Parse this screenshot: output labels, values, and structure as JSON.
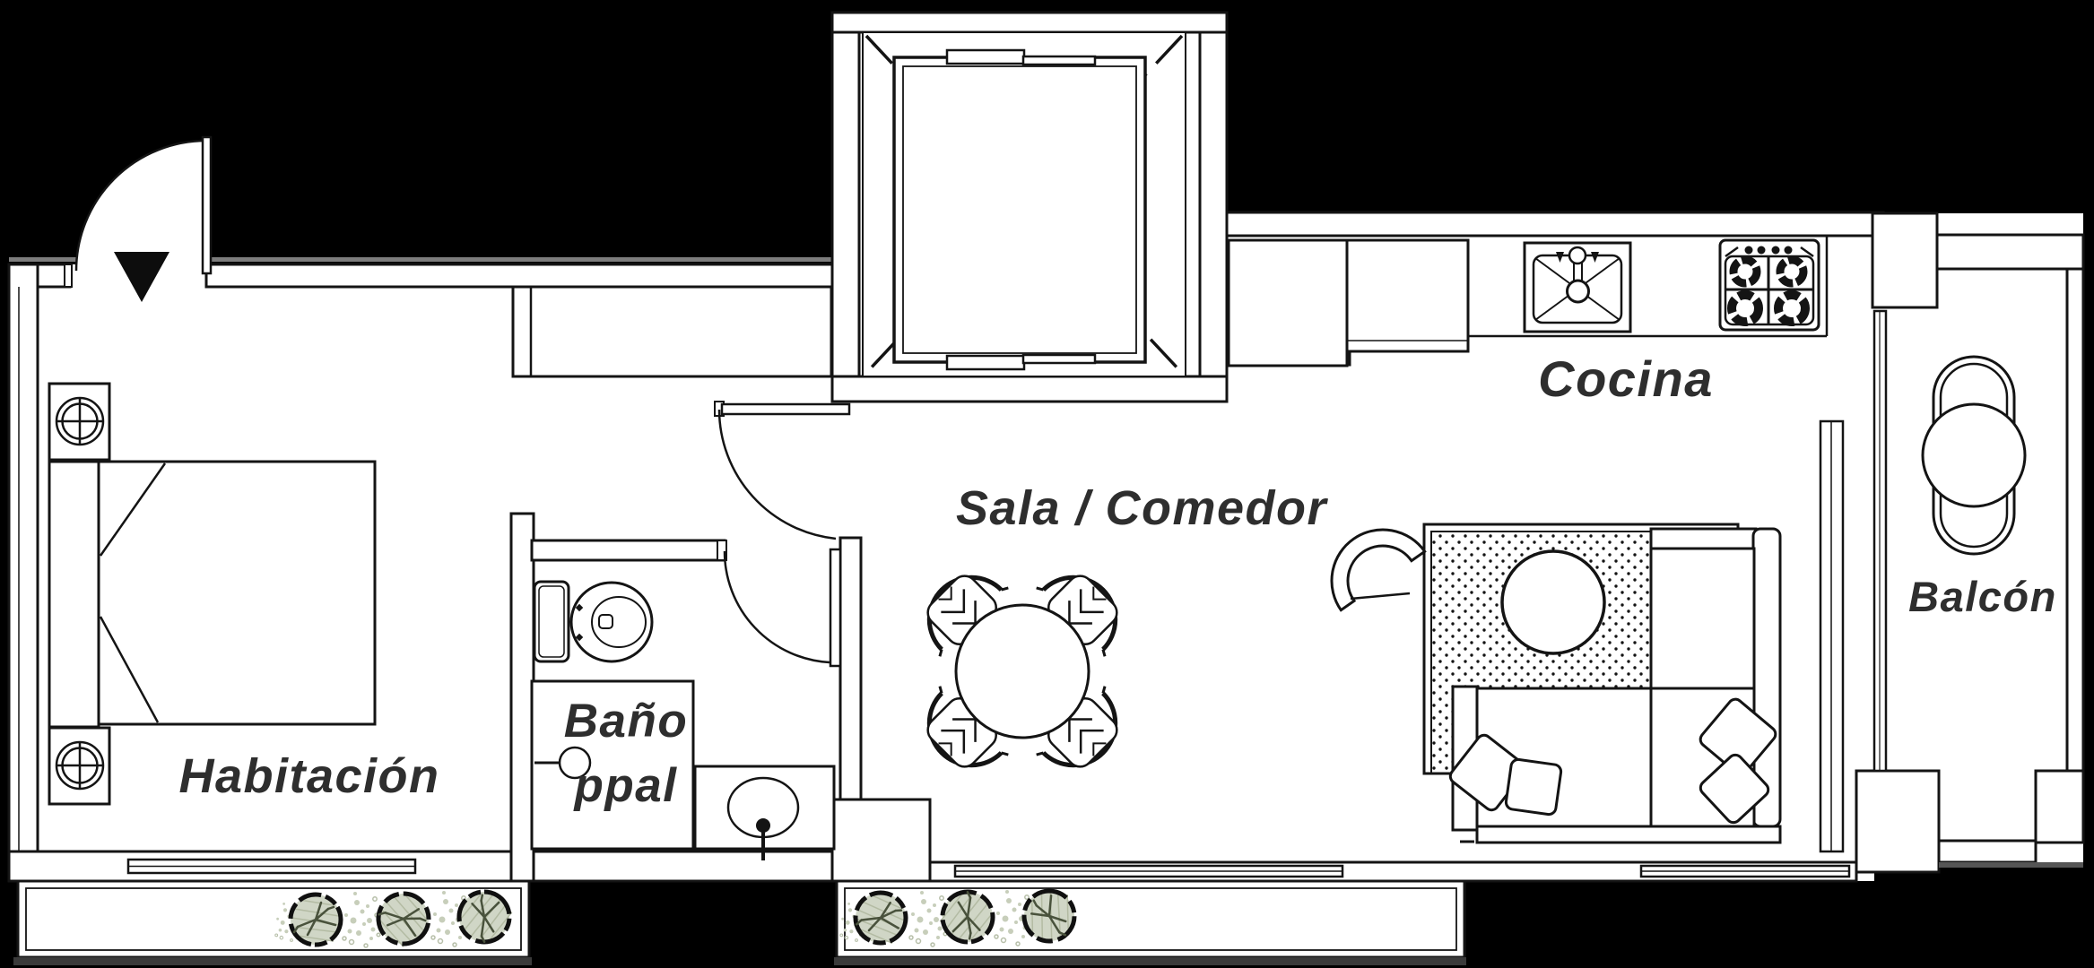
{
  "plan": {
    "type": "apartment-floor-plan",
    "style": "CAD black-line drawing on black background with white floor plate"
  },
  "rooms": {
    "bedroom": {
      "label": "Habitación"
    },
    "main_bathroom": {
      "label_line1": "Baño",
      "label_line2": "ppal"
    },
    "living_dining": {
      "label": "Sala / Comedor"
    },
    "kitchen": {
      "label": "Cocina"
    },
    "balcony": {
      "label": "Balcón"
    }
  },
  "icons": {
    "elevator": "elevator-shaft-x-icon",
    "entry": "entry-door-swing-icon",
    "entry_arrow": "entrance-arrow-icon",
    "wardrobe": "wardrobe-icon",
    "bed": "double-bed-icon",
    "nightstand": "nightstand-lamp-icon",
    "toilet": "toilet-icon",
    "shower": "shower-icon",
    "bath_sink": "washbasin-icon",
    "dining": "round-table-four-chairs-icon",
    "armchair": "armchair-icon",
    "rug": "dotted-rug-icon",
    "coffee_table": "round-coffee-table-icon",
    "sofa": "l-shaped-sofa-icon",
    "pillow": "pillow-icon",
    "fridge": "refrigerator-icon",
    "kitchen_sink": "kitchen-sink-icon",
    "stove": "four-burner-stove-icon",
    "balcony_set": "bistro-table-chairs-icon",
    "plants": "planter-plants-icon",
    "window": "window-band-icon"
  },
  "colors": {
    "background": "#000000",
    "floor": "#ffffff",
    "line": "#141414",
    "label_text": "#2e2e2e",
    "plant_fill": "#d0d6c6",
    "plant_edge": "#101010",
    "plant_hatch": "#b3bba3",
    "plant_stem": "#49523c",
    "pebble_fill": "#c7ceba",
    "pebble_outline": "#b7bfa9",
    "shadow_gray": "#3a3a3a",
    "wall_gray": "#7d7d7d"
  }
}
